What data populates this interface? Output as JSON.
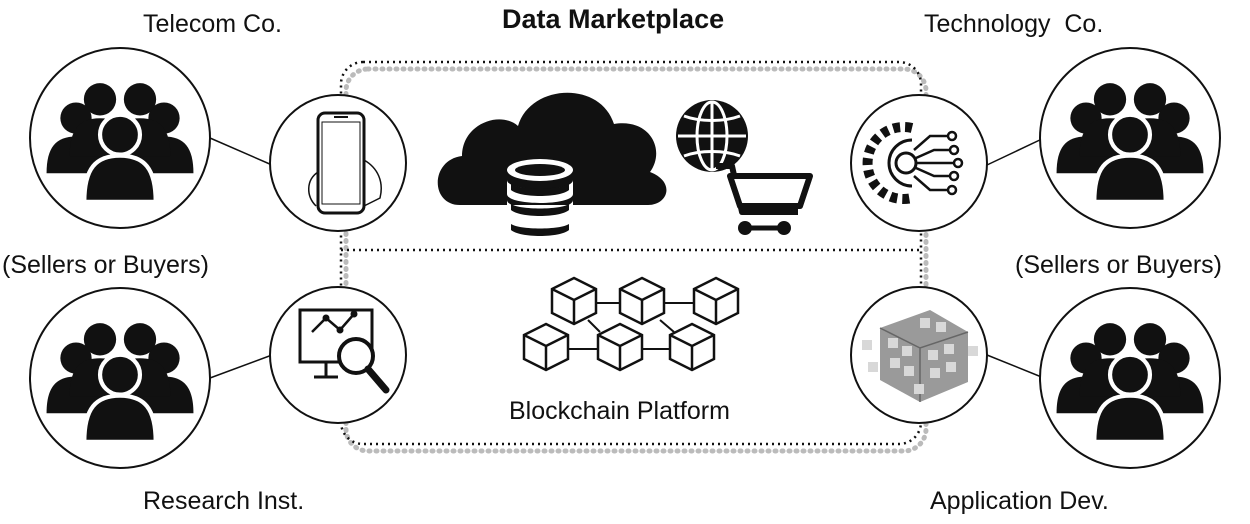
{
  "title": "Data Marketplace",
  "platform_label": "Blockchain Platform",
  "left": {
    "top_org": "Telecom Co.",
    "bottom_org": "Research Inst.",
    "role": "(Sellers or Buyers)"
  },
  "right": {
    "top_org": "Technology  Co.",
    "bottom_org": "Application Dev.",
    "role": "(Sellers or Buyers)"
  },
  "icons": {
    "user_group": "user-group-icon",
    "smartphone": "smartphone-icon",
    "analytics": "analytics-magnifier-icon",
    "circuit_gear": "circuit-gear-icon",
    "app_cube": "app-cube-icon",
    "cloud_database": "cloud-database-icon",
    "globe_cart": "globe-cart-icon",
    "blockchain": "blockchain-icon"
  }
}
